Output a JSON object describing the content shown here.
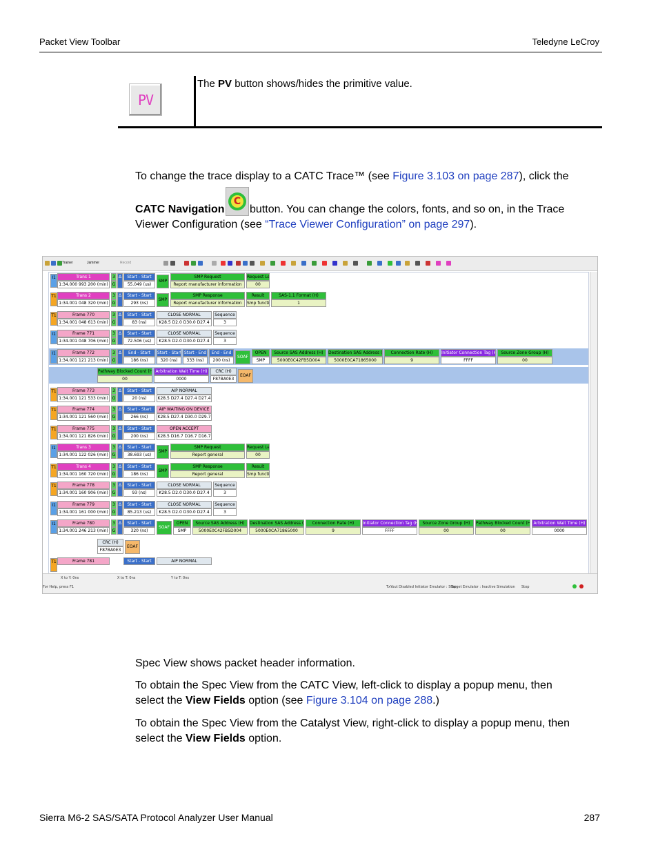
{
  "header": {
    "left": "Packet View Toolbar",
    "right": "Teledyne LeCroy"
  },
  "pv_table": {
    "icon_text": "PV",
    "desc_pre": "The ",
    "desc_bold": "PV",
    "desc_post": " button shows/hides the primitive value."
  },
  "catc_para": {
    "line1_pre": "To change the trace display to a CATC Trace™ (see ",
    "line1_link": "Figure 3.103 on page 287",
    "line1_post": "), click the",
    "nav_bold": "CATC Navigation",
    "nav_post": " button. You can change the colors, fonts, and so on, in the Trace",
    "line3_pre": "Viewer Configuration (see ",
    "line3_link": "“Trace Viewer Configuration” on page 297",
    "line3_post": ")."
  },
  "screenshot": {
    "toolbar_trainer": "Trainer",
    "toolbar_jammer": "Jammer",
    "toolbar_record": "Record",
    "rows": [
      {
        "dir": "I1",
        "type": "Trans 1",
        "time": "1:34.000 993 200 (min)",
        "num": "3",
        "g": "G",
        "t1": "Start - Start",
        "t2": "55.049 (us)",
        "tag": "SMP",
        "f1": "SMP Request",
        "f2": "Report manufacturer information",
        "f3": "Request Length (H)",
        "f4": "00"
      },
      {
        "dir": "T1",
        "type": "Trans 2",
        "time": "1:34.001 048 320 (min)",
        "num": "3",
        "g": "G",
        "t1": "Start - Start",
        "t2": "293 (ns)",
        "tag": "SMP",
        "f1": "SMP Response",
        "f2": "Report manufacturer information",
        "f3": "Result",
        "f4": "Smp function accepted",
        "f5": "SAS-1.1 Format (H)",
        "f6": "1"
      },
      {
        "dir": "T1",
        "type": "Frame 770",
        "time": "1:34.001 048 613 (min)",
        "num": "3",
        "g": "G",
        "t1": "Start - Start",
        "t2": "83 (ns)",
        "f1": "CLOSE NORMAL",
        "f2": "K28.5 D2.0 D30.0 D27.4",
        "f3": "Sequence",
        "f4": "3"
      },
      {
        "dir": "I1",
        "type": "Frame 771",
        "time": "1:34.001 048 706 (min)",
        "num": "3",
        "g": "G",
        "t1": "Start - Start",
        "t2": "72.506 (us)",
        "f1": "CLOSE NORMAL",
        "f2": "K28.5 D2.0 D30.0 D27.4",
        "f3": "Sequence",
        "f4": "3"
      },
      {
        "dir": "I1",
        "type": "Frame 772",
        "time": "1:34.001 121 213 (min)",
        "num": "3",
        "g": "G",
        "t1": "End - Start",
        "t2": "186 (ns)",
        "t3": "Start - Start",
        "t4": "320 (ns)",
        "t5": "Start - End",
        "t6": "333 (ns)",
        "t7": "End - End",
        "t8": "200 (ns)",
        "tag": "SOAF",
        "f1": "OPEN",
        "f2": "SMP",
        "f3": "Source SAS Address (H)",
        "f4": "5000E0C42FB5D004",
        "f5": "Destination SAS Address (H)",
        "f6": "5000E0CA71865000",
        "f7": "Connection Rate (H)",
        "f8": "9",
        "f9": "Initiator Connection Tag (H)",
        "f10": "FFFF",
        "f11": "Source Zone Group (H)",
        "f12": "00"
      },
      {
        "dir": "",
        "type": "",
        "f1": "Pathway Blocked Count (H)",
        "f2": "00",
        "f3": "Arbitration Wait Time (H)",
        "f4": "0000",
        "f5": "CRC (H)",
        "f6": "F87BA0E3",
        "f7": "EOAF"
      },
      {
        "dir": "T1",
        "type": "Frame 773",
        "time": "1:34.001 121 533 (min)",
        "num": "3",
        "g": "G",
        "t1": "Start - Start",
        "t2": "20 (ns)",
        "f1": "AIP NORMAL",
        "f2": "K28.5 D27.4 D27.4 D27.4"
      },
      {
        "dir": "T1",
        "type": "Frame 774",
        "time": "1:34.001 121 560 (min)",
        "num": "3",
        "g": "G",
        "t1": "Start - Start",
        "t2": "266 (ns)",
        "f1": "AIP WAITING ON DEVICE",
        "f2": "K28.5 D27.4 D30.0 D29.7"
      },
      {
        "dir": "T1",
        "type": "Frame 775",
        "time": "1:34.001 121 826 (min)",
        "num": "3",
        "g": "G",
        "t1": "Start - Start",
        "t2": "200 (ns)",
        "f1": "OPEN ACCEPT",
        "f2": "K28.5 D16.7 D16.7 D16.7"
      },
      {
        "dir": "I1",
        "type": "Trans 3",
        "time": "1:34.001 122 026 (min)",
        "num": "3",
        "g": "G",
        "t1": "Start - Start",
        "t2": "38.693 (us)",
        "tag": "SMP",
        "f1": "SMP Request",
        "f2": "Report general",
        "f3": "Request Length (H)",
        "f4": "00"
      },
      {
        "dir": "T1",
        "type": "Trans 4",
        "time": "1:34.001 160 720 (min)",
        "num": "3",
        "g": "G",
        "t1": "Start - Start",
        "t2": "186 (ns)",
        "tag": "SMP",
        "f1": "SMP Response",
        "f2": "Report general",
        "f3": "Result",
        "f4": "Smp function accepted"
      },
      {
        "dir": "T1",
        "type": "Frame 778",
        "time": "1:34.001 160 906 (min)",
        "num": "3",
        "g": "G",
        "t1": "Start - Start",
        "t2": "93 (ns)",
        "f1": "CLOSE NORMAL",
        "f2": "K28.5 D2.0 D30.0 D27.4",
        "f3": "Sequence",
        "f4": "3"
      },
      {
        "dir": "I1",
        "type": "Frame 779",
        "time": "1:34.001 161 000 (min)",
        "num": "3",
        "g": "G",
        "t1": "Start - Start",
        "t2": "85.213 (us)",
        "f1": "CLOSE NORMAL",
        "f2": "K28.5 D2.0 D30.0 D27.4",
        "f3": "Sequence",
        "f4": "3"
      },
      {
        "dir": "I1",
        "type": "Frame 780",
        "time": "1:34.001 246 213 (min)",
        "num": "3",
        "g": "G",
        "t1": "Start - Start",
        "t2": "320 (ns)",
        "tag": "SOAF",
        "f1": "OPEN",
        "f2": "SMP",
        "f3": "Source SAS Address (H)",
        "f4": "5000E0C42FB5D004",
        "f5": "Destination SAS Address (H)",
        "f6": "5000E0CA71865000",
        "f7": "Connection Rate (H)",
        "f8": "9",
        "f9": "Initiator Connection Tag (H)",
        "f10": "FFFF",
        "f11": "Source Zone Group (H)",
        "f12": "00",
        "f13": "Pathway Blocked Count (H)",
        "f14": "00",
        "f15": "Arbitration Wait Time (H)",
        "f16": "0000"
      },
      {
        "dir": "",
        "type": "",
        "f1": "CRC (H)",
        "f2": "F87BA0E3",
        "f3": "EOAF"
      },
      {
        "dir": "T1",
        "type": "Frame 781",
        "t1": "Start - Start",
        "f1": "AIP NORMAL"
      }
    ],
    "status": {
      "xy": "X to Y: 0ns",
      "xt": "X to T: 0ns",
      "yt": "Y to T: 0ns",
      "help": "For Help, press F1",
      "right1": "TxYout Disabled Initiator Emulator : Stop",
      "right2": "Target Emulator : Inactive",
      "right3": "Simulation",
      "right4": "Stop"
    }
  },
  "spec": {
    "p1": "Spec View shows packet header information.",
    "p2_pre": "To obtain the Spec View from the CATC View, left-click to display a popup menu, then",
    "p2b_pre": "select the ",
    "p2b_bold": "View Fields",
    "p2b_mid": " option (see ",
    "p2b_link": "Figure 3.104 on page 288",
    "p2b_post": ".)",
    "p3_pre": "To obtain the Spec View from the Catalyst View, right-click to display a popup menu, then",
    "p3b_pre": "select the ",
    "p3b_bold": "View Fields",
    "p3b_post": " option."
  },
  "footer": {
    "left": "Sierra M6-2 SAS/SATA Protocol Analyzer User Manual",
    "right": "287"
  }
}
